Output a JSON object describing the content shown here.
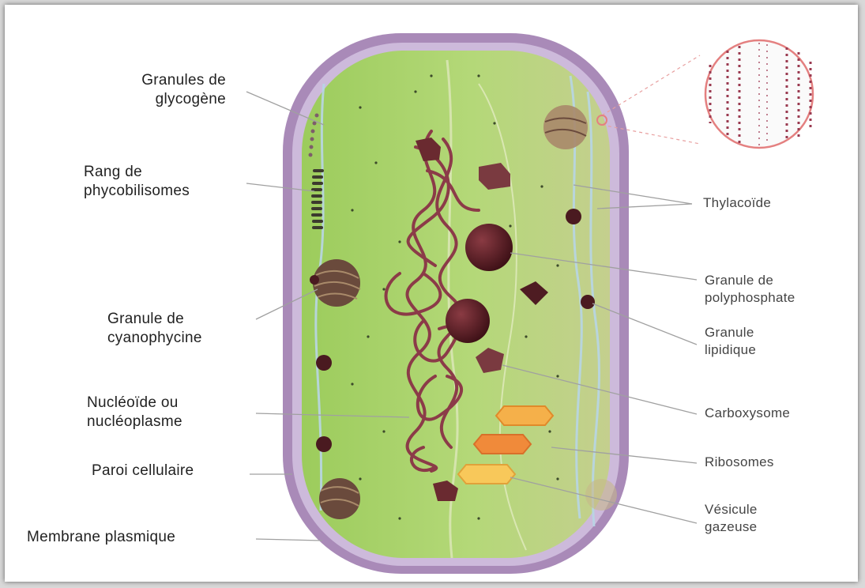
{
  "labels": {
    "left": {
      "glycogen": [
        "Granules de",
        "glycogène"
      ],
      "phycobilisomes": [
        "Rang de",
        "phycobilisomes"
      ],
      "cyanophycin": [
        "Granule de",
        "cyanophycine"
      ],
      "nucleoid": [
        "Nucléoïde ou",
        "nucléoplasme"
      ],
      "cell_wall": [
        "Paroi cellulaire"
      ],
      "plasma_membrane": [
        "Membrane plasmique"
      ]
    },
    "right": {
      "thylakoid": [
        "Thylacoïde"
      ],
      "polyphosphate": [
        "Granule de",
        "polyphosphate"
      ],
      "lipid": [
        "Granule",
        "lipidique"
      ],
      "carboxysome": [
        "Carboxysome"
      ],
      "ribosomes": [
        "Ribosomes"
      ],
      "gas_vesicle": [
        "Vésicule",
        "gazeuse"
      ]
    }
  },
  "colors": {
    "cytoplasm": "#a9d46a",
    "cell_wall": "#a98ab8",
    "membrane": "#c7b5d6",
    "thylakoid_region": "#b9c97c",
    "granule_dark": "#5a1e25",
    "nucleoid_fiber": "#8a3346",
    "carboxysome": "#f0a146",
    "gas_vesicle": "#f5c04a",
    "leader_line": "#9a9a9a",
    "inset_ring": "#e48080"
  }
}
